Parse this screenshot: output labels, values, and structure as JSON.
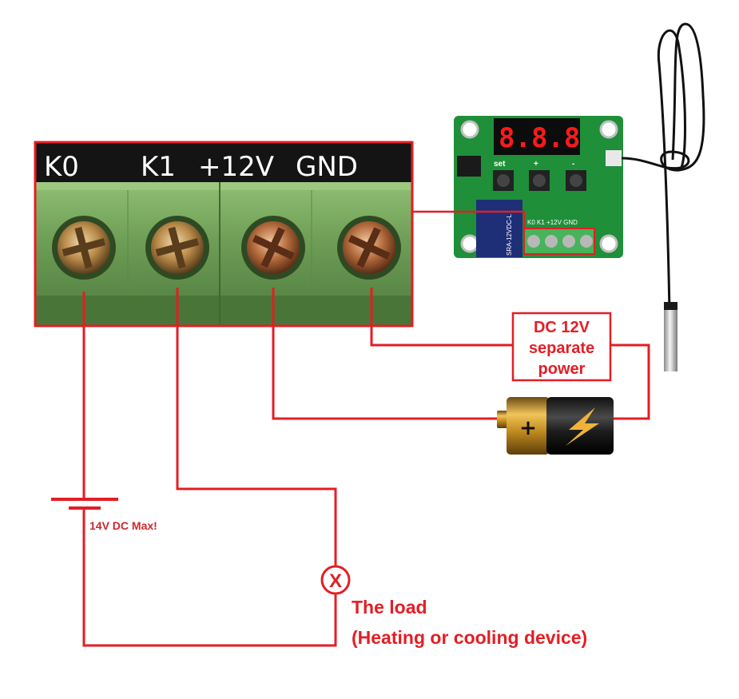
{
  "terminals": [
    {
      "id": "k0",
      "label": "K0"
    },
    {
      "id": "k1",
      "label": "K1"
    },
    {
      "id": "plus12v",
      "label": "+12V"
    },
    {
      "id": "gnd",
      "label": "GND"
    }
  ],
  "module": {
    "display": "8.8.8",
    "buttons": [
      "set",
      "+",
      "-"
    ],
    "terminal_labels": "K0  K1 +12V GND",
    "relay_text": "SRA-12VDC-L"
  },
  "power_box": {
    "line1": "DC 12V",
    "line2": "separate",
    "line3": "power"
  },
  "load_supply": {
    "warning": "14V DC Max!"
  },
  "load": {
    "symbol": "X",
    "title": "The load",
    "description": "(Heating or cooling device)"
  },
  "colors": {
    "wire": "#e31e24",
    "terminal_block": "#6f9e57",
    "pcb": "#1f8f3a",
    "display_digits": "#ff1a1a"
  }
}
